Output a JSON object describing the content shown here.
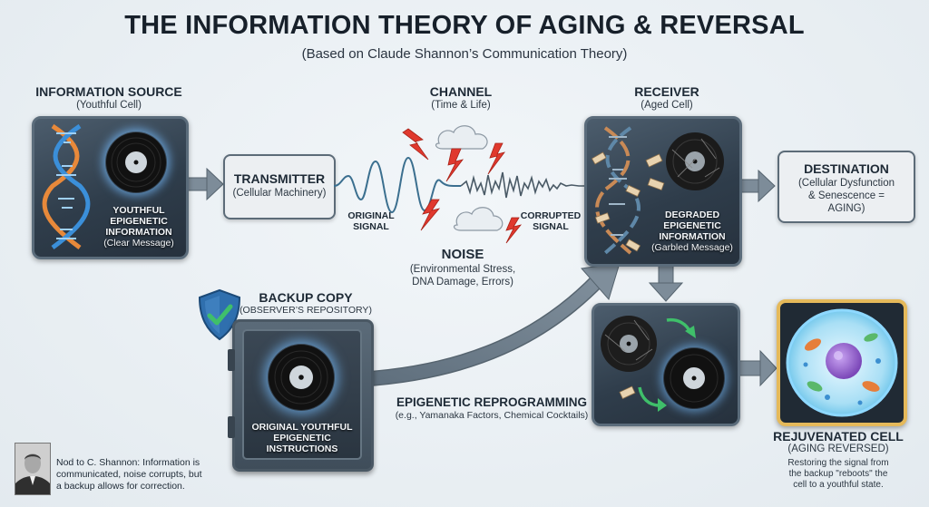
{
  "title": "THE INFORMATION THEORY OF AGING & REVERSAL",
  "subtitle": "(Based on Claude Shannon’s Communication Theory)",
  "source": {
    "heading": "INFORMATION SOURCE",
    "subheading": "(Youthful Cell)",
    "label_line1": "YOUTHFUL",
    "label_line2": "EPIGENETIC",
    "label_line3": "INFORMATION",
    "label_line4": "(Clear Message)"
  },
  "transmitter": {
    "heading": "TRANSMITTER",
    "subheading": "(Cellular Machinery)"
  },
  "channel": {
    "heading": "CHANNEL",
    "subheading": "(Time & Life)"
  },
  "signals": {
    "original_line1": "ORIGINAL",
    "original_line2": "SIGNAL",
    "corrupted_line1": "CORRUPTED",
    "corrupted_line2": "SIGNAL"
  },
  "noise": {
    "heading": "NOISE",
    "line1": "(Environmental Stress,",
    "line2": "DNA Damage, Errors)"
  },
  "receiver": {
    "heading": "RECEIVER",
    "subheading": "(Aged Cell)",
    "label_line1": "DEGRADED",
    "label_line2": "EPIGENETIC",
    "label_line3": "INFORMATION",
    "label_line4": "(Garbled Message)"
  },
  "destination": {
    "heading": "DESTINATION",
    "line1": "(Cellular Dysfunction",
    "line2": "& Senescence =",
    "line3": "AGING)"
  },
  "backup": {
    "heading": "BACKUP COPY",
    "subheading": "(OBSERVER’S REPOSITORY)",
    "label_line1": "ORIGINAL YOUTHFUL",
    "label_line2": "EPIGENETIC",
    "label_line3": "INSTRUCTIONS"
  },
  "reprogramming": {
    "heading": "EPIGENETIC REPROGRAMMING",
    "subheading": "(e.g., Yamanaka Factors, Chemical Cocktails)"
  },
  "rejuvenated": {
    "heading": "REJUVENATED CELL",
    "subheading": "(AGING REVERSED)",
    "line1": "Restoring the signal from",
    "line2": "the backup \"reboots\" the",
    "line3": "cell to a youthful state."
  },
  "shannon_note": {
    "line1": "Nod to C. Shannon: Information is",
    "line2": "communicated, noise corrupts, but",
    "line3": "a backup allows for correction."
  },
  "colors": {
    "panel_dark": "#2f3d4b",
    "arrow_gray": "#7d8c99",
    "dna_blue": "#3b8fd9",
    "dna_orange": "#e8893a",
    "lightning_red": "#e0392e",
    "shield_blue": "#2f6fae",
    "check_green": "#3fbf6a",
    "cell_gold": "#e5b95a"
  }
}
